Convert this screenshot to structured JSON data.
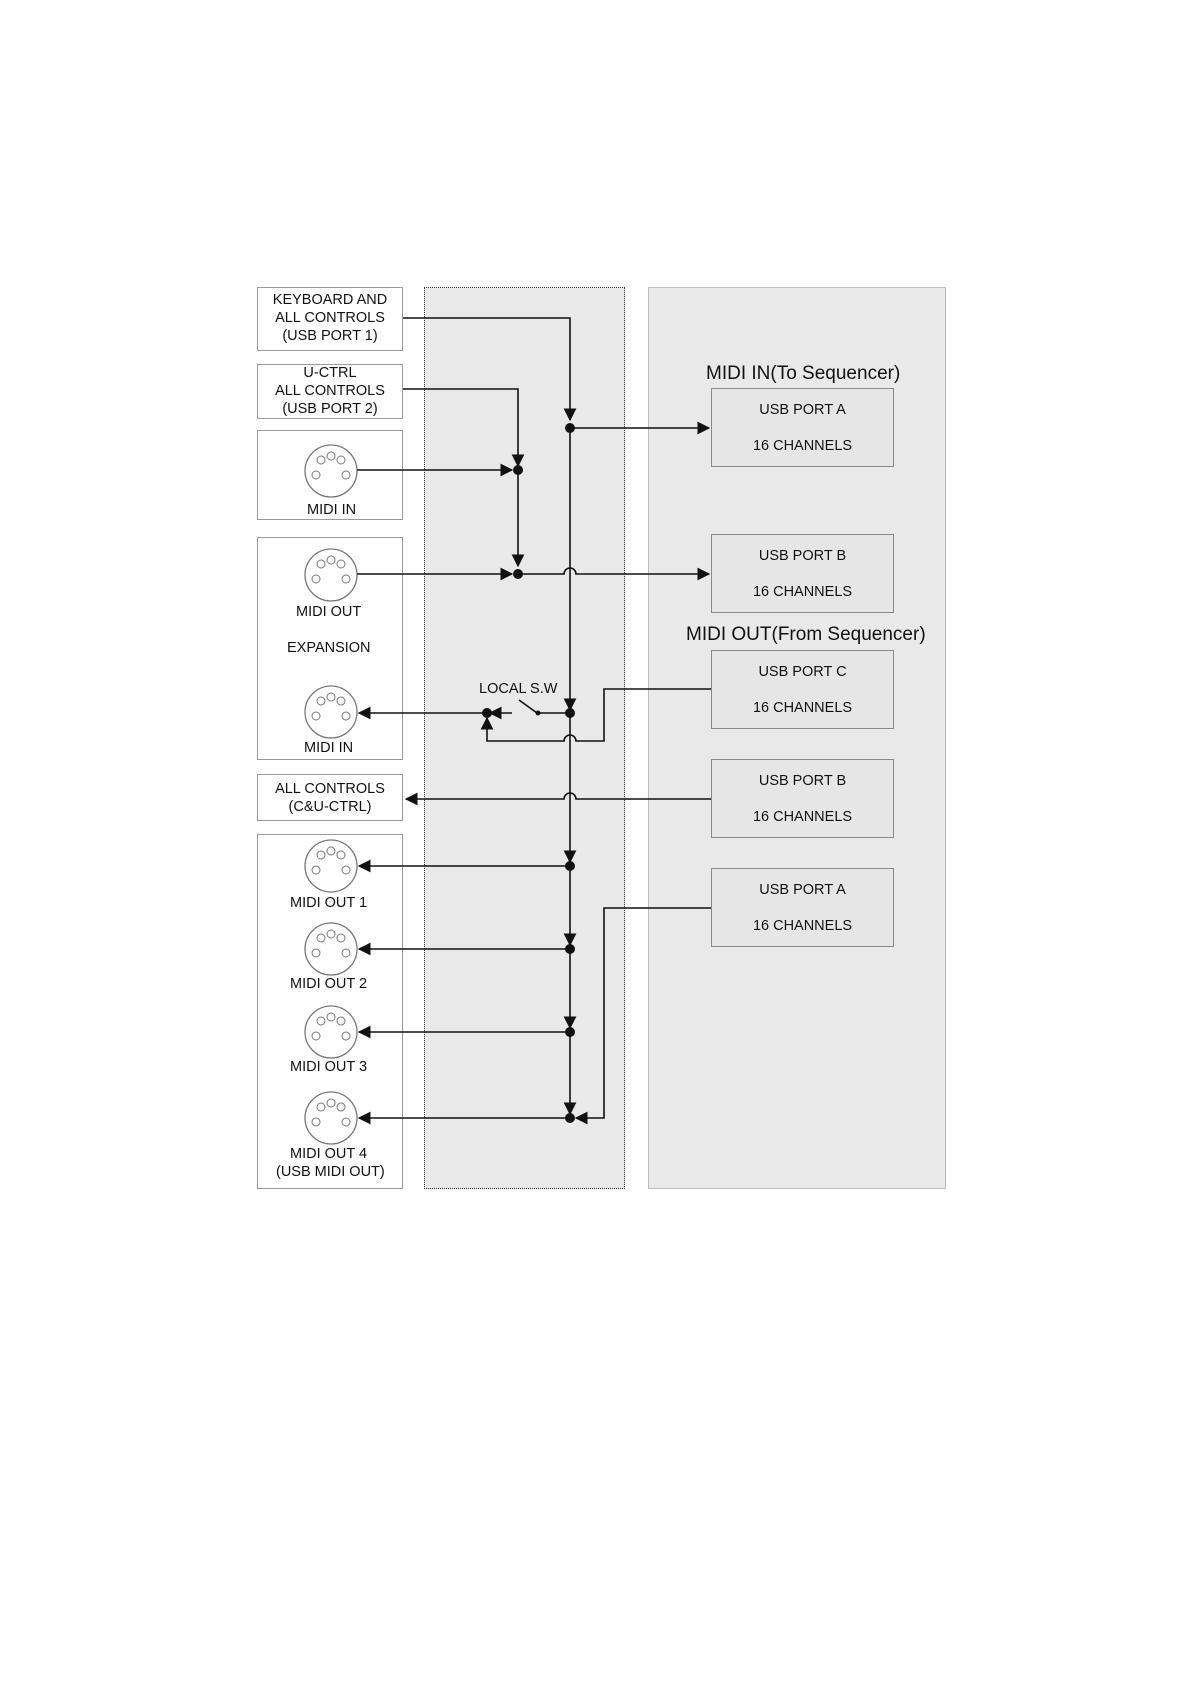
{
  "left": {
    "keyboard_box": {
      "lines": "KEYBOARD AND\nALL CONTROLS\n(USB PORT 1)"
    },
    "uctrl_box": {
      "lines": "U-CTRL\nALL CONTROLS\n(USB PORT 2)"
    },
    "midi_in_top": "MIDI IN",
    "expansion_box": {
      "midi_out": "MIDI OUT",
      "title": "EXPANSION",
      "midi_in": "MIDI IN"
    },
    "all_controls_box": {
      "lines": "ALL CONTROLS\n(C&U-CTRL)"
    },
    "midi_outs": [
      "MIDI OUT 1",
      "MIDI OUT 2",
      "MIDI OUT 3",
      "MIDI OUT 4"
    ],
    "midi_out4_sub": "(USB MIDI OUT)"
  },
  "middle": {
    "local_switch_label": "LOCAL S.W"
  },
  "right": {
    "midi_in_title": "MIDI IN(To Sequencer)",
    "midi_out_title": "MIDI OUT(From Sequencer)",
    "in_ports": [
      {
        "name": "USB PORT A",
        "channels": "16 CHANNELS"
      },
      {
        "name": "USB PORT B",
        "channels": "16 CHANNELS"
      }
    ],
    "out_ports": [
      {
        "name": "USB PORT C",
        "channels": "16 CHANNELS"
      },
      {
        "name": "USB PORT B",
        "channels": "16 CHANNELS"
      },
      {
        "name": "USB PORT A",
        "channels": "16 CHANNELS"
      }
    ]
  }
}
